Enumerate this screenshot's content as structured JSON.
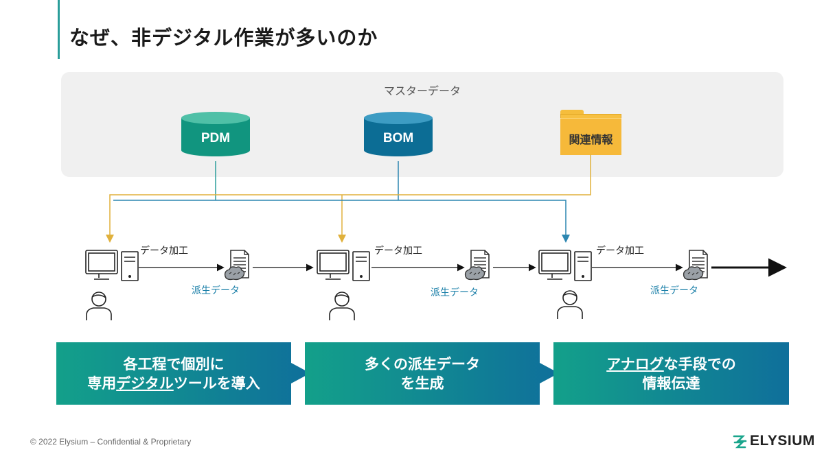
{
  "title": "なぜ、非デジタル作業が多いのか",
  "master": {
    "label": "マスターデータ",
    "pdm": "PDM",
    "bom": "BOM",
    "related": "関連情報"
  },
  "stations": [
    {
      "process_label": "データ加工",
      "derived_label": "派生データ"
    },
    {
      "process_label": "データ加工",
      "derived_label": "派生データ"
    },
    {
      "process_label": "データ加工",
      "derived_label": "派生データ"
    }
  ],
  "banners": [
    {
      "line1": "各工程で個別に",
      "line2_pre": "専用",
      "line2_u": "デジタル",
      "line2_post": "ツールを導入"
    },
    {
      "line1": "多くの派生データ",
      "line2_pre": "を生成",
      "line2_u": "",
      "line2_post": ""
    },
    {
      "line1_u": "アナログ",
      "line1_post": "な手段での",
      "line2_pre": "情報伝達",
      "line2_u": "",
      "line2_post": ""
    }
  ],
  "footer": "© 2022 Elysium – Confidential & Proprietary",
  "logo": "ELYSIUM",
  "colors": {
    "teal": "#11957f",
    "blue": "#0c6d95",
    "folder": "#f7c041",
    "line_teal": "#2a9d9a",
    "line_blue": "#2c86b0",
    "line_yellow": "#e0b13c"
  }
}
